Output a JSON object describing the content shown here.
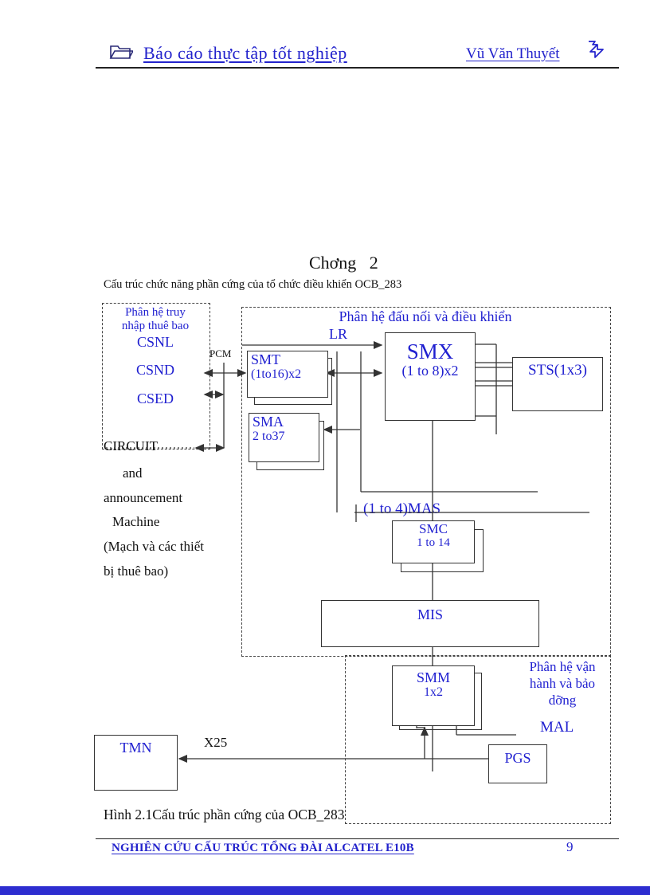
{
  "header": {
    "title": "Báo cáo thực tập tốt nghiệp",
    "author": "Vũ Văn Thuyết",
    "icons": {
      "left": "folder-icon",
      "right": "send-icon"
    }
  },
  "chapter": {
    "title": "Chơng   2",
    "subtitle": "Cấu trúc chức năng phần cứng của tổ chức điều khiển OCB_283"
  },
  "diagram": {
    "subsystem_access": {
      "line1": "Phân hệ truy",
      "line2": "nhập thuê bao",
      "items": [
        "CSNL",
        "CSND",
        "CSED"
      ]
    },
    "subsystem_control_label": "Phân hệ đấu nối và điều khiển",
    "subsystem_om": {
      "line1": "Phân hệ vận",
      "line2": "hành và bảo",
      "line3": "dỡng"
    },
    "labels": {
      "pcm": "PCM",
      "lr": "LR",
      "mas": "(1 to 4)MAS",
      "mal": "MAL",
      "x25": "X25"
    },
    "boxes": {
      "smt": {
        "line1": "SMT",
        "line2": "(1to16)x2"
      },
      "sma": {
        "line1": "SMA",
        "line2": "2 to37"
      },
      "smx": {
        "line1": "SMX",
        "line2": "(1 to 8)x2"
      },
      "sts": {
        "line1": "STS(1x3)"
      },
      "smc": {
        "line1": "SMC",
        "line2": "1 to 14"
      },
      "mis": {
        "line1": "MIS"
      },
      "smm": {
        "line1": "SMM",
        "line2": "1x2"
      },
      "tmn": {
        "line1": "TMN"
      },
      "pgs": {
        "line1": "PGS"
      }
    },
    "left_note": {
      "lines": [
        "CIRCUIT",
        "and",
        "announcement",
        "Machine",
        "(Mạch  và các thiết",
        "bị thuê bao)"
      ]
    }
  },
  "caption": "Hình 2.1Cấu trúc phần cứng của OCB_283",
  "footer": {
    "title": "NGHIÊN CỨU CẤU TRÚC TỔNG ĐÀI ALCATEL E10B",
    "page": "9"
  },
  "colors": {
    "header_blue": "#2222cc",
    "diagram_blue": "#1f1fd0",
    "line_gray": "#333333",
    "bottom_bar_blue": "#2d2dd0"
  }
}
